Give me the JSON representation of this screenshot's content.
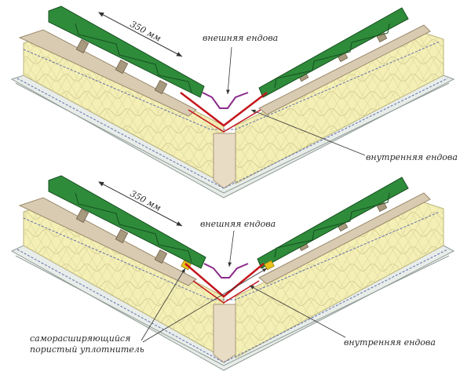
{
  "diagrams": [
    {
      "dimension_label": "350 мм",
      "outer_valley_label": "внешняя ендова",
      "inner_valley_label": "внутренняя ендова"
    },
    {
      "dimension_label": "350 мм",
      "outer_valley_label": "внешняя ендова",
      "inner_valley_label": "внутренняя ендова",
      "sealant_label_line1": "саморасширяющийся",
      "sealant_label_line2": "пористый уплотнитель"
    }
  ],
  "colors": {
    "metal_tile": "#2e8b3a",
    "metal_tile_dark": "#1f6a2a",
    "insulation": "#f4efb4",
    "insulation_lines": "#c9c38a",
    "batten_wood": "#d8cbb2",
    "rafter_wood": "#e9dcc4",
    "membrane": "#5f6fb0",
    "valley_red": "#c4161c",
    "valley_outer": "#8a2a8a",
    "sealant": "#e8c21a",
    "deck": "#9aa7a2"
  }
}
